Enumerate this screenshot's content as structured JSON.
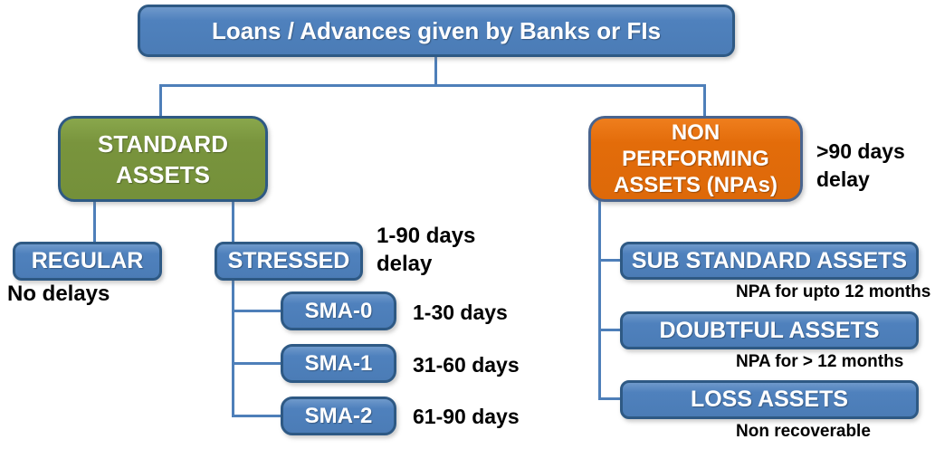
{
  "colors": {
    "node_blue": "#4F81BD",
    "node_green": "#79943D",
    "node_orange": "#E36C0A",
    "node_border_blue": "#2E5984",
    "connector_blue": "#4E7FB9",
    "annotation_text": "#000000",
    "node_text": "#FFFFFF"
  },
  "diagram": {
    "root": {
      "label": "Loans / Advances given by Banks or FIs"
    },
    "standard": {
      "line1": "STANDARD",
      "line2": "ASSETS"
    },
    "regular": {
      "label": "REGULAR",
      "note": "No delays"
    },
    "stressed": {
      "label": "STRESSED",
      "note_line1": "1-90 days",
      "note_line2": "delay"
    },
    "sma0": {
      "label": "SMA-0",
      "note": "1-30 days"
    },
    "sma1": {
      "label": "SMA-1",
      "note": "31-60 days"
    },
    "sma2": {
      "label": "SMA-2",
      "note": "61-90 days"
    },
    "npa": {
      "line1": "NON",
      "line2": "PERFORMING",
      "line3": "ASSETS (NPAs)",
      "note_line1": ">90 days",
      "note_line2": "delay"
    },
    "substandard": {
      "label": "SUB STANDARD ASSETS",
      "note": "NPA for upto 12 months"
    },
    "doubtful": {
      "label": "DOUBTFUL ASSETS",
      "note": "NPA for > 12 months"
    },
    "loss": {
      "label": "LOSS ASSETS",
      "note": "Non recoverable"
    }
  }
}
